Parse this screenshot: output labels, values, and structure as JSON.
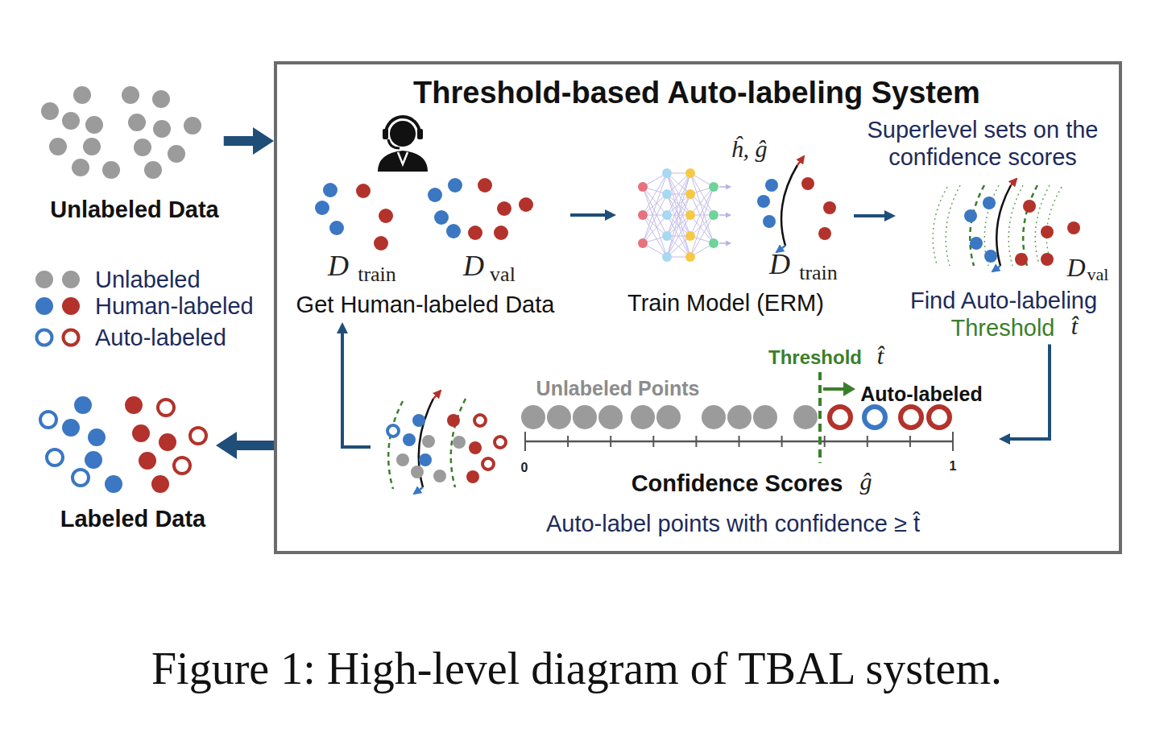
{
  "diagram": {
    "caption": "Figure 1: High-level diagram of TBAL system.",
    "nodes": [
      {
        "text": [
          "Unlabeled Data"
        ]
      },
      {
        "text": [
          "Threshold-based Auto-labeling System"
        ]
      },
      {
        "text": [
          "D",
          "train",
          "D",
          "val",
          "Get Human-labeled Data"
        ],
        "in": 1
      },
      {
        "text": [
          "ĥ, ĝ",
          "D",
          "train",
          "Train Model (ERM)"
        ],
        "in": 1
      },
      {
        "text": [
          "Superlevel sets on the confidence scores",
          "D",
          "val",
          "Find Auto-labeling",
          "Threshold",
          "t̂"
        ],
        "in": 1
      },
      {
        "text": [
          "Threshold",
          "t̂",
          "Unlabeled Points",
          "Auto-labeled",
          "0",
          "1",
          "Confidence Scores",
          "ĝ",
          "Auto-label points with confidence ≥ t̂"
        ],
        "in": 1
      },
      {
        "text": [
          "Labeled Data"
        ]
      }
    ],
    "edges": [
      {
        "from": 0,
        "to": 1,
        "arrow": "to"
      },
      {
        "from": 2,
        "to": 3,
        "arrow": "to"
      },
      {
        "from": 3,
        "to": 4,
        "arrow": "to"
      },
      {
        "from": 4,
        "to": 5,
        "arrow": "to"
      },
      {
        "from": 5,
        "to": 2,
        "arrow": "to"
      },
      {
        "from": 1,
        "to": 6,
        "arrow": "to"
      }
    ],
    "legend": [
      {
        "text": "Unlabeled",
        "color": "#9b9b9b"
      },
      {
        "text": "Human-labeled"
      },
      {
        "text": "Auto-labeled"
      }
    ]
  }
}
